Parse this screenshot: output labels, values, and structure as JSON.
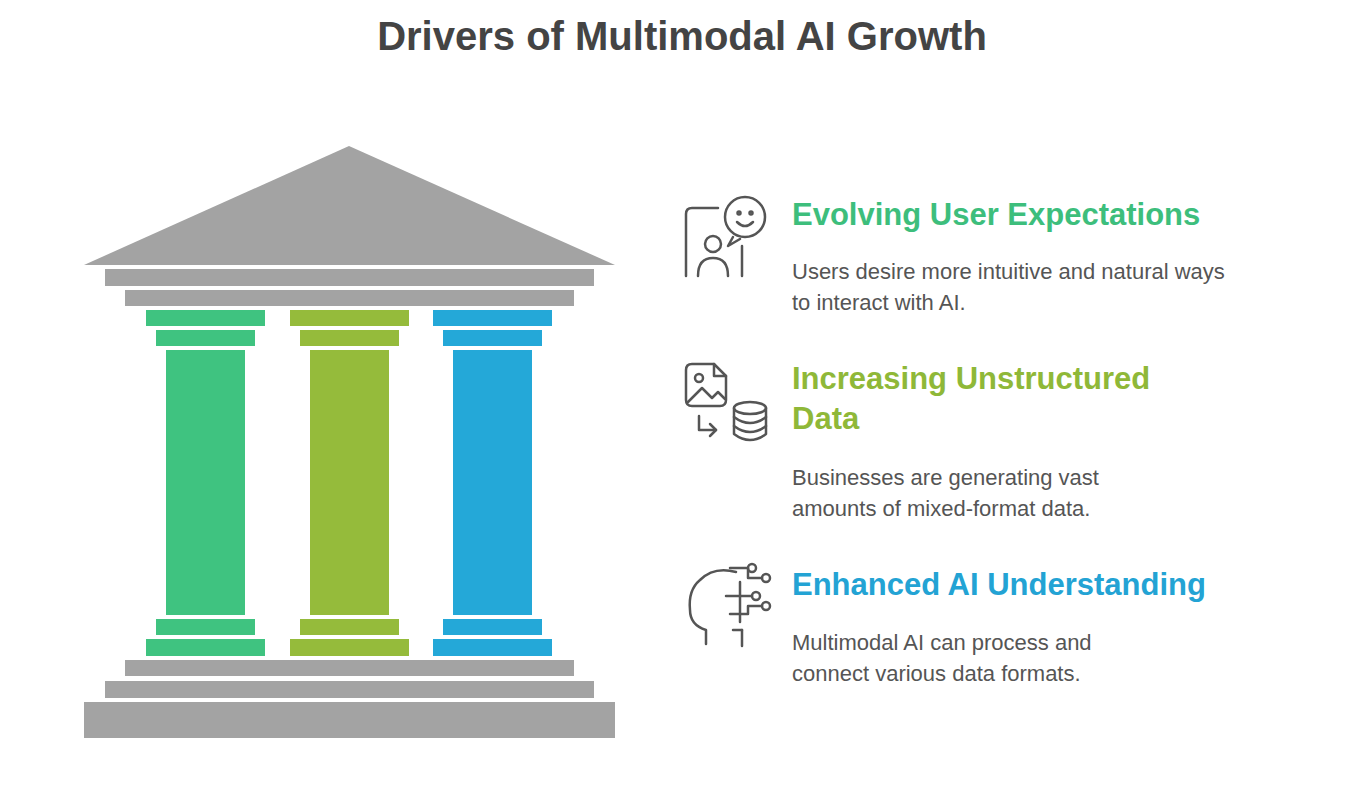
{
  "diagram": {
    "title": "Drivers of Multimodal AI Growth",
    "labels": [
      "Evolving User Expectations",
      "Users desire more intuitive and natural ways to interact with AI.",
      "Increasing Unstructured Data",
      "Businesses are generating vast amounts of mixed-format data.",
      "Enhanced AI Understanding",
      "Multimodal AI can process and connect various data formats."
    ]
  }
}
